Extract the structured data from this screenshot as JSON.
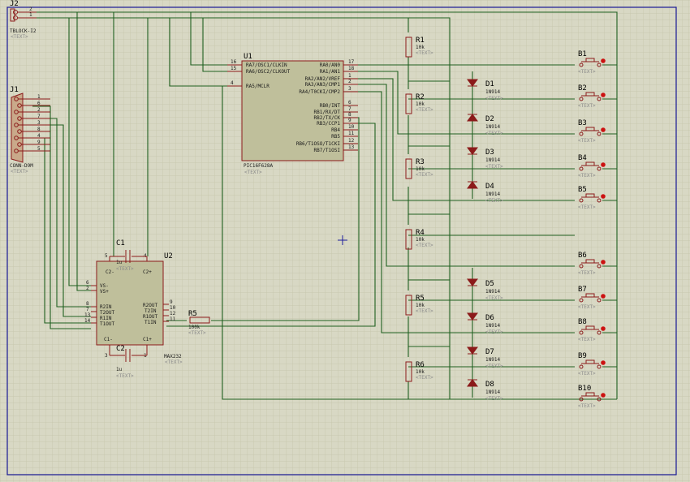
{
  "colors": {
    "background": "#d8d8c4",
    "grid": "#c6c6ac",
    "wire": "#1f5f1f",
    "component": "#8b1a1a",
    "frame": "#1b1b9a",
    "pin_dot": "#cc1111"
  },
  "placeholder": "<TEXT>",
  "J2": {
    "ref": "J2",
    "value": "TBLOCK-I2",
    "pins": [
      "2",
      "1"
    ]
  },
  "J1": {
    "ref": "J1",
    "value": "CONN-D9M",
    "pins": [
      "1",
      "6",
      "2",
      "7",
      "3",
      "8",
      "4",
      "9",
      "5"
    ]
  },
  "U1": {
    "ref": "U1",
    "value": "PIC16F628A",
    "left_pins": [
      {
        "num": "16",
        "name": "RA7/OSC1/CLKIN"
      },
      {
        "num": "15",
        "name": "RA6/OSC2/CLKOUT"
      },
      {
        "num": "4",
        "name": "RA5/MCLR"
      }
    ],
    "right_pins": [
      {
        "num": "17",
        "name": "RA0/AN0"
      },
      {
        "num": "18",
        "name": "RA1/AN1"
      },
      {
        "num": "1",
        "name": "RA2/AN2/VREF"
      },
      {
        "num": "2",
        "name": "RA3/AN3/CMP1"
      },
      {
        "num": "3",
        "name": "RA4/T0CKI/CMP2"
      },
      {
        "num": "6",
        "name": "RB0/INT"
      },
      {
        "num": "7",
        "name": "RB1/RX/DT"
      },
      {
        "num": "8",
        "name": "RB2/TX/CK"
      },
      {
        "num": "9",
        "name": "RB3/CCP1"
      },
      {
        "num": "10",
        "name": "RB4"
      },
      {
        "num": "11",
        "name": "RB5"
      },
      {
        "num": "12",
        "name": "RB6/T1OSO/T1CKI"
      },
      {
        "num": "13",
        "name": "RB7/T1OSI"
      }
    ]
  },
  "U2": {
    "ref": "U2",
    "value": "MAX232",
    "inner": {
      "c2m": "C2-",
      "c2p": "C2+",
      "vsm": "VS-",
      "vsp": "VS+",
      "r2in": "R2IN",
      "t2out": "T2OUT",
      "r1in": "R1IN",
      "t1out": "T1OUT",
      "c1m": "C1-",
      "c1p": "C1+",
      "r2out": "R2OUT",
      "t2in": "T2IN",
      "r1out": "R1OUT",
      "t1in": "T1IN"
    },
    "pins": {
      "c2m": "5",
      "c2p": "4",
      "vsm": "6",
      "vsp": "2",
      "r2in": "8",
      "t2out": "7",
      "r1in": "13",
      "t1out": "14",
      "r2out": "9",
      "t2in": "10",
      "r1out": "12",
      "t1in": "11",
      "c1m": "3",
      "c1p": "1"
    }
  },
  "capacitors": [
    {
      "ref": "C1",
      "value": "1u"
    },
    {
      "ref": "C2",
      "value": "1u"
    }
  ],
  "resistors": [
    {
      "ref": "R1",
      "value": "10k"
    },
    {
      "ref": "R2",
      "value": "10k"
    },
    {
      "ref": "R3",
      "value": "10k"
    },
    {
      "ref": "R4",
      "value": "10k"
    },
    {
      "ref": "R5",
      "value": "10k"
    },
    {
      "ref": "R6",
      "value": "10k"
    },
    {
      "ref": "R5",
      "value": "100k"
    }
  ],
  "diodes": [
    {
      "ref": "D1",
      "value": "1N914"
    },
    {
      "ref": "D2",
      "value": "1N914"
    },
    {
      "ref": "D3",
      "value": "1N914"
    },
    {
      "ref": "D4",
      "value": "1N914"
    },
    {
      "ref": "D5",
      "value": "1N914"
    },
    {
      "ref": "D6",
      "value": "1N914"
    },
    {
      "ref": "D7",
      "value": "1N914"
    },
    {
      "ref": "D8",
      "value": "1N914"
    }
  ],
  "buttons": [
    {
      "ref": "B1"
    },
    {
      "ref": "B2"
    },
    {
      "ref": "B3"
    },
    {
      "ref": "B4"
    },
    {
      "ref": "B5"
    },
    {
      "ref": "B6"
    },
    {
      "ref": "B7"
    },
    {
      "ref": "B8"
    },
    {
      "ref": "B9"
    },
    {
      "ref": "B10"
    }
  ]
}
